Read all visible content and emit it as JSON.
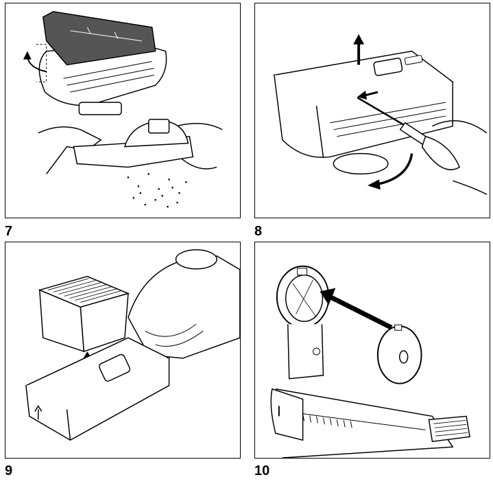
{
  "figures": [
    {
      "number": "7",
      "description_icon": "dust-container-emptying"
    },
    {
      "number": "8",
      "description_icon": "screwdriver-lever-release"
    },
    {
      "number": "9",
      "description_icon": "filter-removal"
    },
    {
      "number": "10",
      "description_icon": "cap-attachment"
    }
  ],
  "colors": {
    "line": "#000000",
    "fill": "#ffffff",
    "shade": "#555555"
  }
}
